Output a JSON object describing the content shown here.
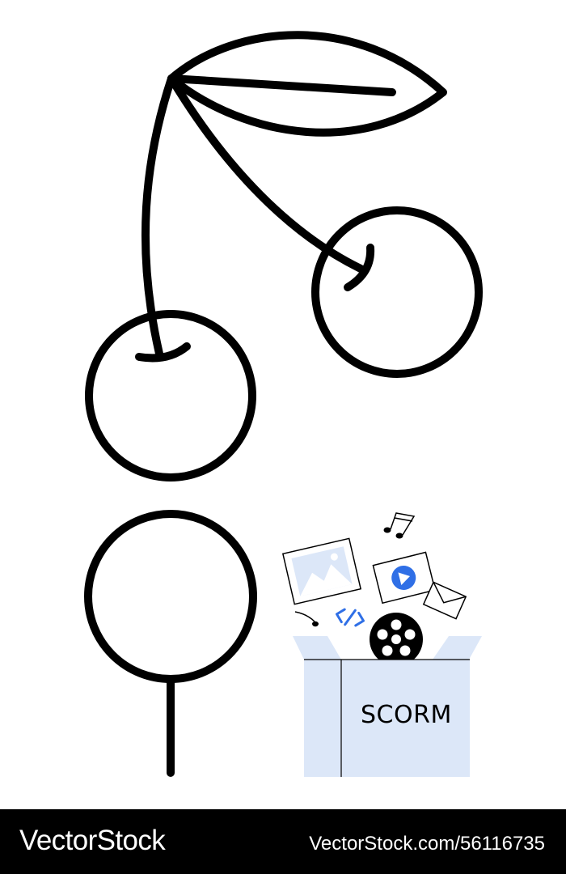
{
  "box": {
    "label": "SCORM"
  },
  "footer": {
    "brand": "VectorStock",
    "image_ref": "VectorStock.com/56116735"
  },
  "colors": {
    "stroke": "#000000",
    "box_fill": "#dce7f8",
    "accent": "#2f6fe6",
    "photo_fill": "#dce7f8",
    "background": "#ffffff",
    "footer_bg": "#000000",
    "footer_text": "#ffffff"
  },
  "icons": [
    "cherry-icon",
    "leaf-icon",
    "lollipop-icon",
    "open-box-icon",
    "image-icon",
    "play-video-icon",
    "envelope-icon",
    "music-note-icon",
    "code-icon",
    "film-reel-icon"
  ]
}
